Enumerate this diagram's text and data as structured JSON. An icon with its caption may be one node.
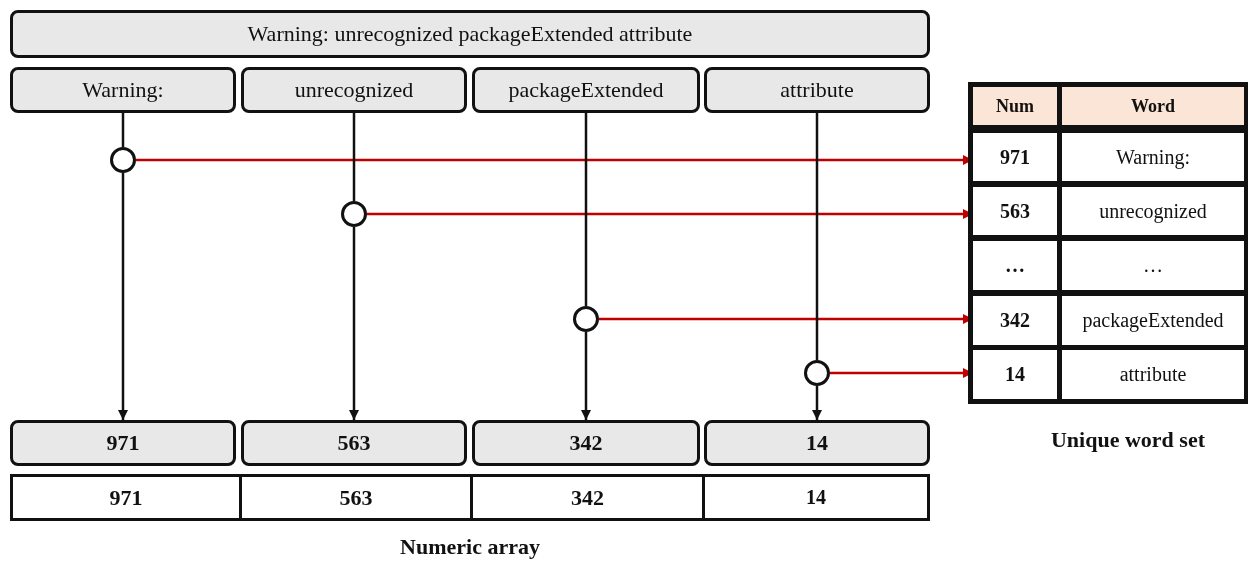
{
  "diagram": {
    "nodes": [
      {
        "text": [
          "Warning: unrecognized packageExtended attribute"
        ]
      },
      {
        "text": [
          "Warning:"
        ]
      },
      {
        "text": [
          "unrecognized"
        ]
      },
      {
        "text": [
          "packageExtended"
        ]
      },
      {
        "text": [
          "attribute"
        ]
      },
      {
        "text": [],
        "shape": "circle"
      },
      {
        "text": [],
        "shape": "circle"
      },
      {
        "text": [],
        "shape": "circle"
      },
      {
        "text": [],
        "shape": "circle"
      },
      {
        "text": [
          "971"
        ]
      },
      {
        "text": [
          "563"
        ]
      },
      {
        "text": [
          "342"
        ]
      },
      {
        "text": [
          "14"
        ]
      },
      {
        "text": [],
        "shape": "box"
      },
      {
        "text": [
          "971"
        ],
        "in": 13
      },
      {
        "text": [
          "563"
        ],
        "in": 13
      },
      {
        "text": [
          "342"
        ],
        "in": 13
      },
      {
        "text": [
          "14"
        ],
        "in": 13
      },
      {
        "text": [],
        "shape": "box"
      },
      {
        "text": [
          "Num"
        ],
        "in": 18
      },
      {
        "text": [
          "Word"
        ],
        "in": 18
      },
      {
        "text": [
          "971"
        ],
        "in": 18
      },
      {
        "text": [
          "Warning:"
        ],
        "in": 18
      },
      {
        "text": [
          "563"
        ],
        "in": 18
      },
      {
        "text": [
          "unrecognized"
        ],
        "in": 18
      },
      {
        "text": [
          "…"
        ],
        "in": 18
      },
      {
        "text": [
          "…"
        ],
        "in": 18
      },
      {
        "text": [
          "342"
        ],
        "in": 18
      },
      {
        "text": [
          "packageExtended"
        ],
        "in": 18
      },
      {
        "text": [
          "14"
        ],
        "in": 18
      },
      {
        "text": [
          "attribute"
        ],
        "in": 18
      }
    ],
    "edges": [
      {
        "from": 1,
        "to": 5,
        "arrow": "none"
      },
      {
        "from": 5,
        "to": 9,
        "arrow": "to"
      },
      {
        "from": 5,
        "to": 21,
        "arrow": "to",
        "color": "#c00000"
      },
      {
        "from": 2,
        "to": 6,
        "arrow": "none"
      },
      {
        "from": 6,
        "to": 10,
        "arrow": "to"
      },
      {
        "from": 6,
        "to": 23,
        "arrow": "to",
        "color": "#c00000"
      },
      {
        "from": 3,
        "to": 7,
        "arrow": "none"
      },
      {
        "from": 7,
        "to": 11,
        "arrow": "to"
      },
      {
        "from": 7,
        "to": 27,
        "arrow": "to",
        "color": "#c00000"
      },
      {
        "from": 4,
        "to": 8,
        "arrow": "none"
      },
      {
        "from": 8,
        "to": 12,
        "arrow": "to"
      },
      {
        "from": 8,
        "to": 29,
        "arrow": "to",
        "color": "#c00000"
      }
    ],
    "labels": [
      "Unique word set",
      "Numeric array"
    ]
  }
}
